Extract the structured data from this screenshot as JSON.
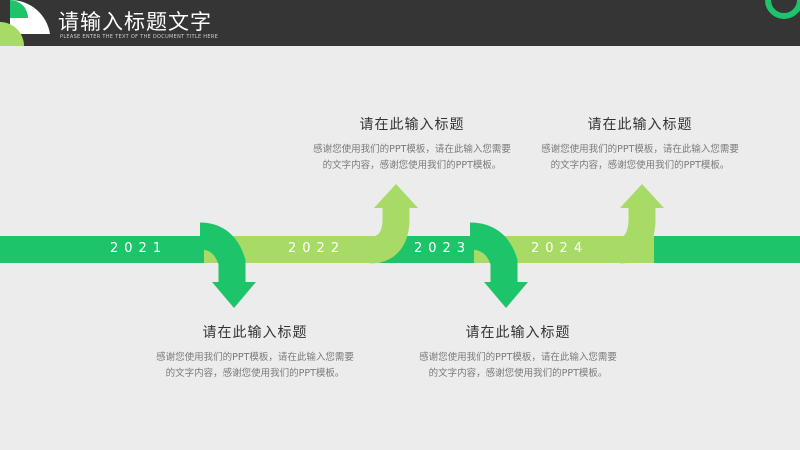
{
  "header": {
    "title": "请输入标题文字",
    "subtitle": "PLEASE ENTER THE TEXT OF THE DOCUMENT TITLE HERE"
  },
  "timeline": {
    "years": [
      "2021",
      "2022",
      "2023",
      "2024"
    ],
    "items": [
      {
        "title": "请在此输入标题",
        "line1": "感谢您使用我们的PPT模板，请在此输入您需要",
        "line2": "的文字内容，感谢您使用我们的PPT模板。"
      },
      {
        "title": "请在此输入标题",
        "line1": "感谢您使用我们的PPT模板，请在此输入您需要",
        "line2": "的文字内容，感谢您使用我们的PPT模板。"
      },
      {
        "title": "请在此输入标题",
        "line1": "感谢您使用我们的PPT模板，请在此输入您需要",
        "line2": "的文字内容，感谢您使用我们的PPT模板。"
      },
      {
        "title": "请在此输入标题",
        "line1": "感谢您使用我们的PPT模板，请在此输入您需要",
        "line2": "的文字内容，感谢您使用我们的PPT模板。"
      }
    ]
  },
  "colors": {
    "header_bg": "#353535",
    "dark_green": "#1ec46a",
    "light_green": "#a8db66",
    "background": "#ececec"
  }
}
